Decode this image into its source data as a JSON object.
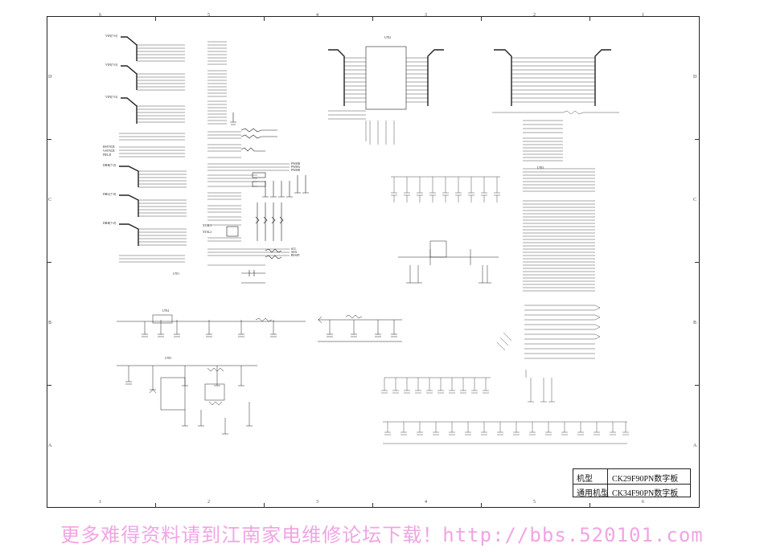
{
  "title_block": {
    "model_label": "机型",
    "model_value": "CK29F90PN数字板",
    "shared_label": "通用机型",
    "shared_value": "CK34F90PN数字板"
  },
  "watermark": "更多难得资料请到江南家电维修论坛下载！http://bbs.520101.com",
  "rulers": {
    "top": [
      "6",
      "5",
      "4",
      "3",
      "2",
      "1"
    ],
    "bottom": [
      "1",
      "2",
      "3",
      "4",
      "5",
      "6"
    ],
    "left": [
      "D",
      "C",
      "B",
      "A"
    ],
    "right": [
      "D",
      "C",
      "B",
      "A"
    ]
  },
  "schematic": {
    "signal_labels": {
      "input_buses": [
        "VIN[7:0]",
        "VIN[7:0]",
        "VIN[7:0]"
      ],
      "output_buses": [
        "DRB[7:0]",
        "DRG[7:0]",
        "DRR[7:0]"
      ],
      "sync_in": [
        "HSYNCB",
        "VSYNCB",
        "FIELD"
      ],
      "sync_out": [
        "PWMB",
        "PWMG",
        "PWMR"
      ],
      "i2c": [
        "SCL",
        "SDA",
        "RESET"
      ],
      "crystal": [
        "XTAL1",
        "XTAL2"
      ]
    },
    "block_captions": [
      "U701",
      "U702",
      "U703",
      "U704",
      "U705"
    ]
  },
  "colors": {
    "line": "#222222",
    "watermark": "#f1a4e4"
  }
}
